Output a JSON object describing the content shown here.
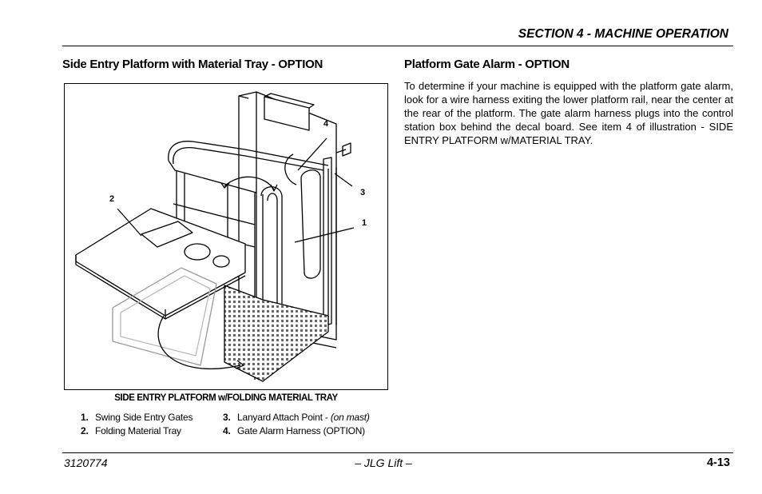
{
  "header": {
    "section_title": "SECTION 4 - MACHINE OPERATION"
  },
  "left": {
    "heading": "Side Entry Platform with Material Tray - OPTION",
    "figure": {
      "caption": "SIDE ENTRY PLATFORM w/FOLDING MATERIAL TRAY",
      "callouts": [
        "1",
        "2",
        "3",
        "4"
      ],
      "legend": [
        {
          "num": "1.",
          "text": "Swing Side Entry Gates",
          "extra": ""
        },
        {
          "num": "2.",
          "text": "Folding Material Tray",
          "extra": ""
        },
        {
          "num": "3.",
          "text": "Lanyard Attach Point - ",
          "extra": "(on mast)"
        },
        {
          "num": "4.",
          "text": "Gate Alarm Harness (OPTION)",
          "extra": ""
        }
      ]
    }
  },
  "right": {
    "heading": "Platform Gate Alarm - OPTION",
    "body": "To determine if your machine is equipped with the platform gate alarm, look for a wire harness exiting the lower platform rail, near the center at the rear of the platform. The gate alarm harness plugs into the control station box behind the decal board. See item 4 of illustration - SIDE ENTRY PLATFORM w/MATERIAL TRAY."
  },
  "footer": {
    "doc_number": "3120774",
    "center": "– JLG Lift –",
    "page": "4-13"
  }
}
